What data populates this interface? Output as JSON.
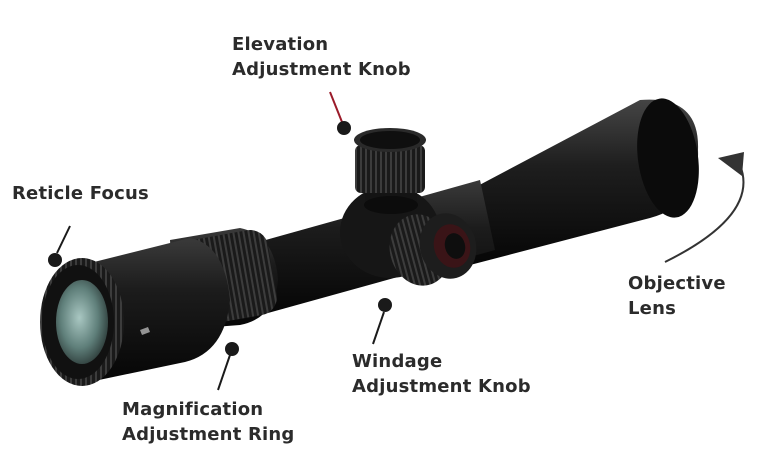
{
  "labels": {
    "elevation": {
      "line1": "Elevation",
      "line2": "Adjustment Knob"
    },
    "reticle": {
      "line1": "Reticle Focus"
    },
    "objective": {
      "line1": "Objective",
      "line2": "Lens"
    },
    "windage": {
      "line1": "Windage",
      "line2": "Adjustment Knob"
    },
    "magnification": {
      "line1": "Magnification",
      "line2": "Adjustment Ring"
    }
  },
  "colors": {
    "scope_body": "#141414",
    "label_text": "#2b2b2b",
    "pointer_line": "#9b1b2a",
    "lens": "#6d8f8a"
  }
}
